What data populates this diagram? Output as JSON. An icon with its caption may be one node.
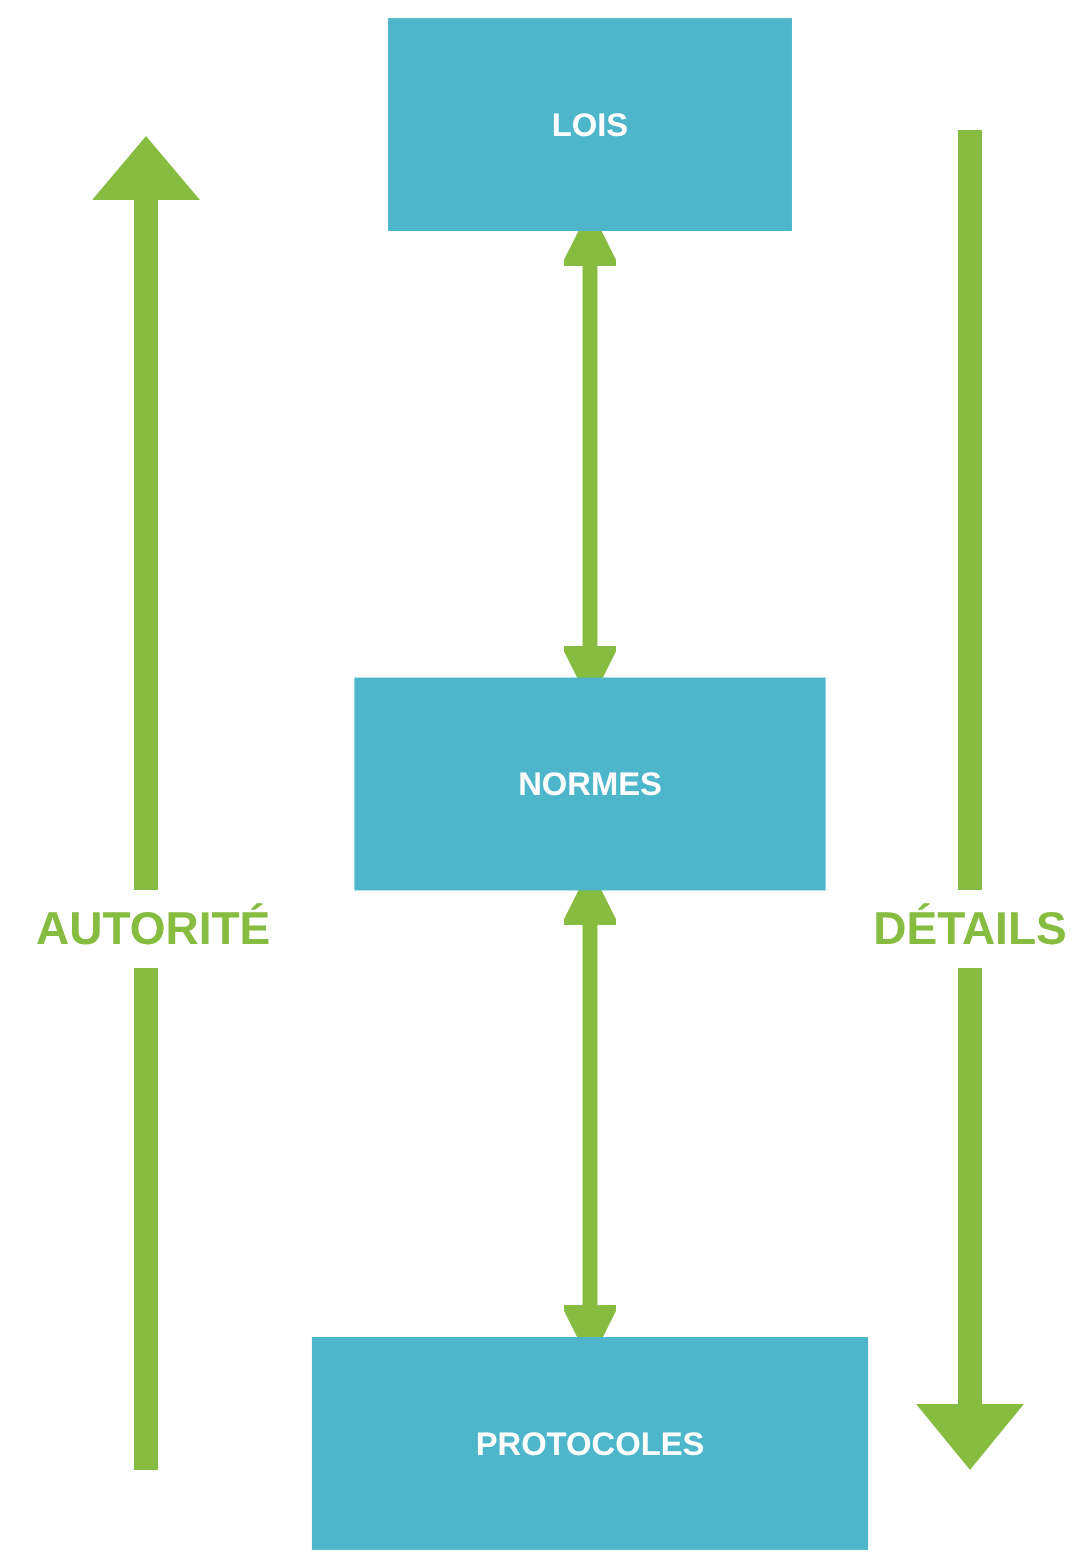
{
  "diagram": {
    "nodes": [
      {
        "text": [
          "LOIS"
        ]
      },
      {
        "text": [
          "NORMES"
        ]
      },
      {
        "text": [
          "PROTOCOLES"
        ]
      }
    ],
    "edges": [
      {
        "from": 0,
        "to": 1,
        "arrow": "both"
      },
      {
        "from": 1,
        "to": 2,
        "arrow": "both"
      }
    ],
    "labels": [
      "AUTORITÉ",
      "DÉTAILS"
    ]
  }
}
